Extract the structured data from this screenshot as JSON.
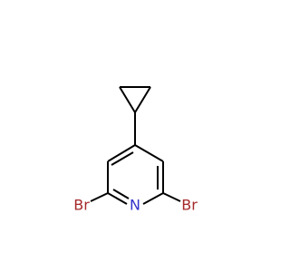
{
  "molecule": {
    "atoms": [
      {
        "symbol": "Br",
        "color": "#a62929"
      },
      {
        "symbol": "N",
        "color": "#3333cc"
      },
      {
        "symbol": "Br",
        "color": "#a62929"
      }
    ]
  }
}
